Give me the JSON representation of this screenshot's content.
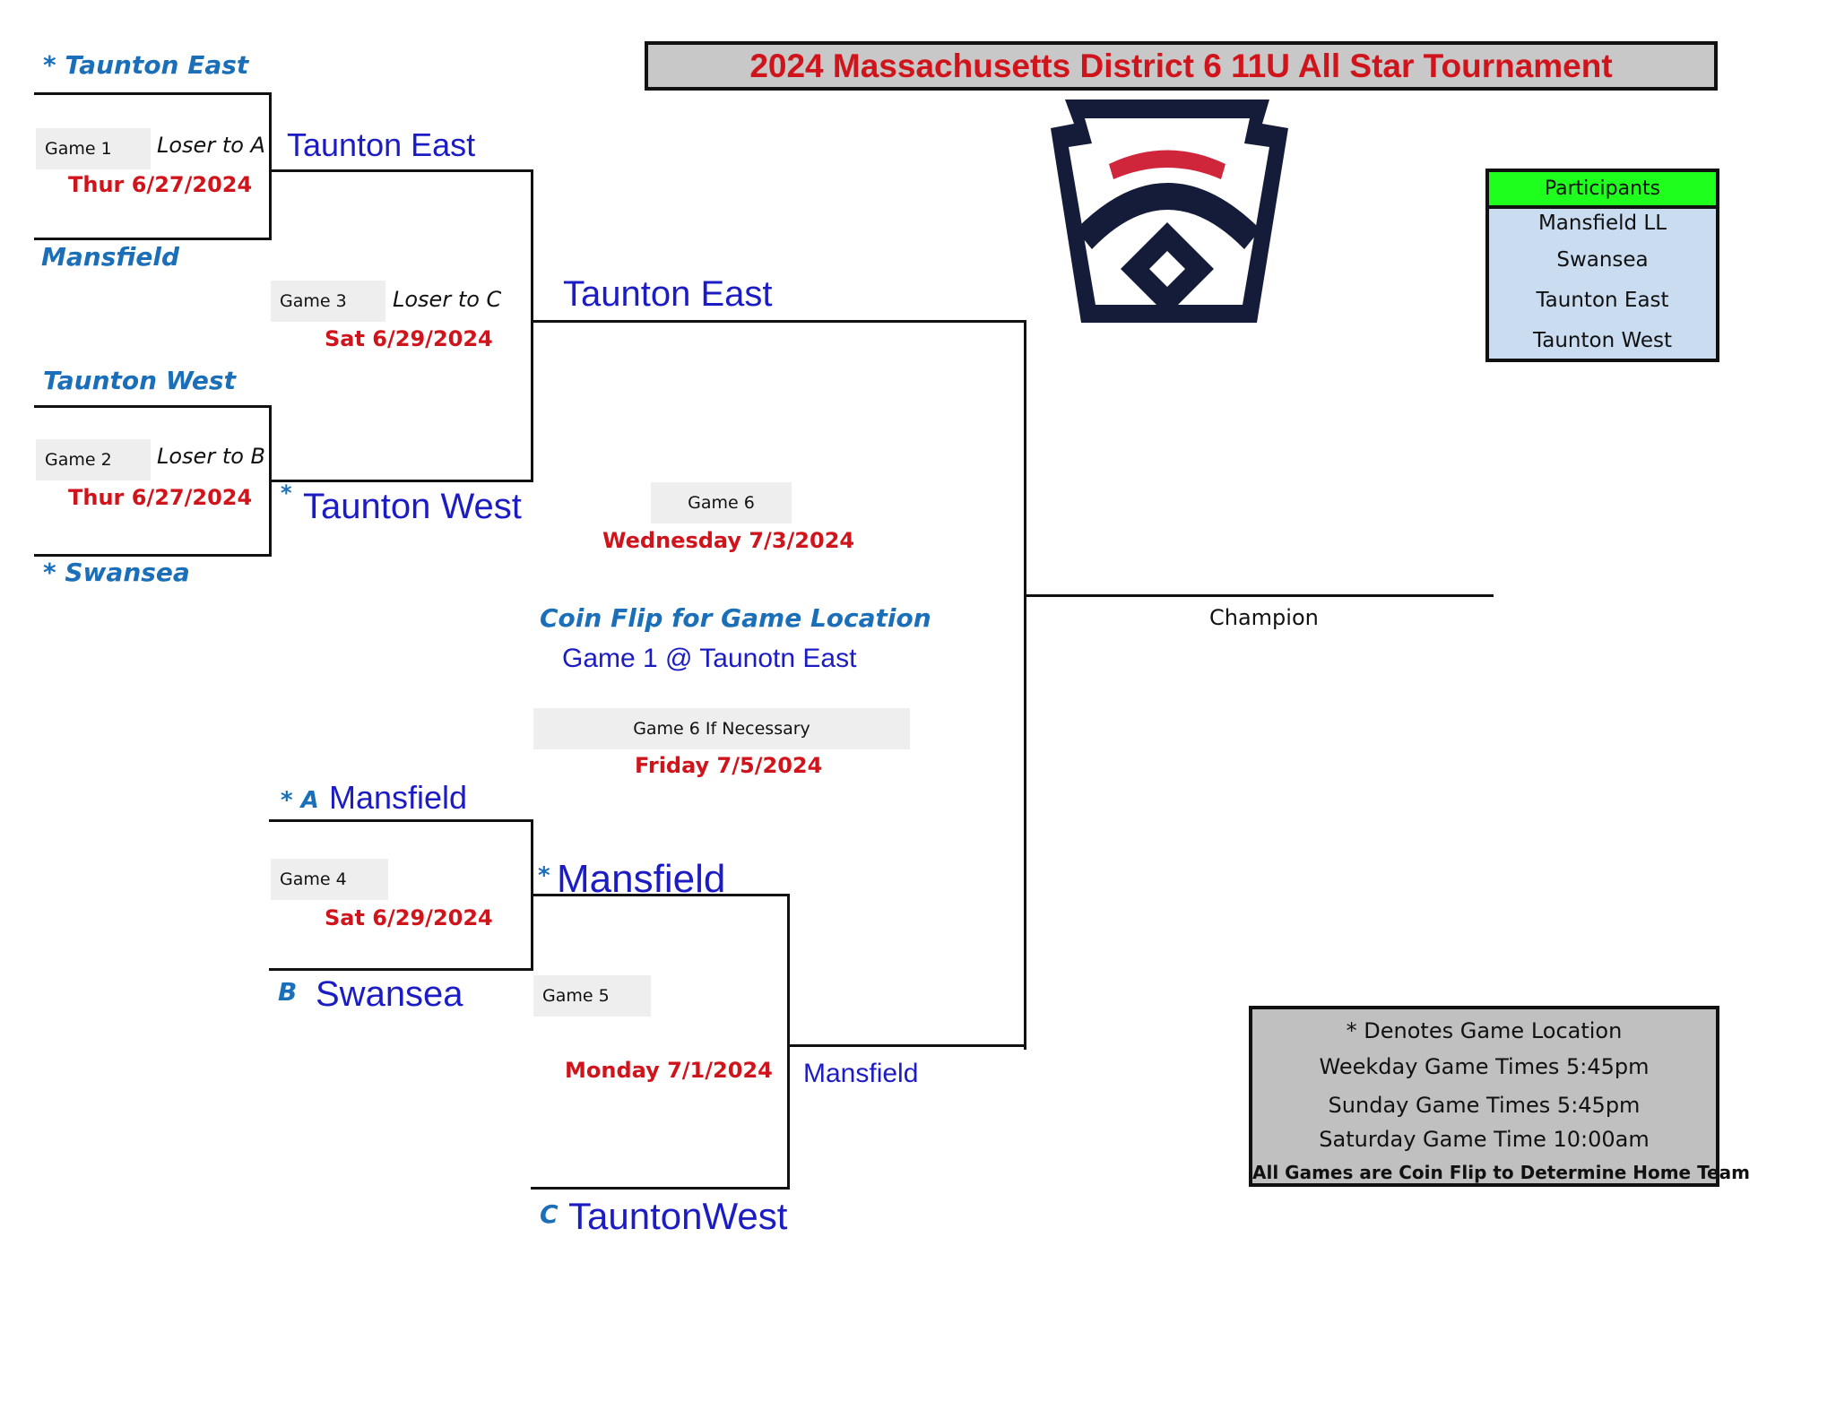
{
  "title": "2024 Massachusetts District 6  11U All Star Tournament",
  "logo": {
    "name": "keystone-logo",
    "colors": {
      "navy": "#141c3a",
      "red": "#d0263c"
    }
  },
  "participants": {
    "header": "Participants",
    "teams": [
      "Mansfield LL",
      "Swansea",
      "Taunton East",
      "Taunton West"
    ],
    "header_color": "#1eff1e"
  },
  "seeds": {
    "s1": "* Taunton East",
    "s2": "Mansfield",
    "s3": "Taunton West",
    "s4": "* Swansea"
  },
  "games": {
    "g1": {
      "label": "Game 1",
      "loser": "Loser to A",
      "date": "Thur 6/27/2024"
    },
    "g2": {
      "label": "Game 2",
      "loser": "Loser to B",
      "date": "Thur 6/27/2024"
    },
    "g3": {
      "label": "Game 3",
      "loser": "Loser to C",
      "date": "Sat 6/29/2024"
    },
    "g4": {
      "label": "Game 4",
      "date": "Sat 6/29/2024"
    },
    "g5": {
      "label": "Game 5",
      "date": "Monday 7/1/2024"
    },
    "g6": {
      "label": "Game 6",
      "date": "Wednesday  7/3/2024"
    },
    "g6b": {
      "label": "Game 6 If Necessary",
      "date": "Friday 7/5/2024"
    }
  },
  "advancers": {
    "w1": "Taunton East",
    "w2_mark": "*",
    "w2": "Taunton West",
    "w3": "Taunton East",
    "a_mark": "* A",
    "a_team": "Mansfield",
    "b_mark": "B",
    "b_team": "Swansea",
    "w4_mark": "*",
    "w4": "Mansfield",
    "c_mark": "C",
    "c_team": "TauntonWest",
    "w5": "Mansfield"
  },
  "coin_flip": {
    "title": "Coin Flip for Game Location",
    "detail": "Game 1 @ Taunotn East"
  },
  "champion_label": "Champion",
  "legend": {
    "line1": "*   Denotes Game Location",
    "line2": "Weekday Game Times 5:45pm",
    "line3": "Sunday Game Times 5:45pm",
    "line4": "Saturday Game Time 10:00am",
    "line5": "All Games are Coin Flip to Determine Home Team"
  },
  "colors": {
    "date_red": "#d0141c",
    "team_blue": "#1c1cc4",
    "seed_blue": "#1a6fb8"
  }
}
